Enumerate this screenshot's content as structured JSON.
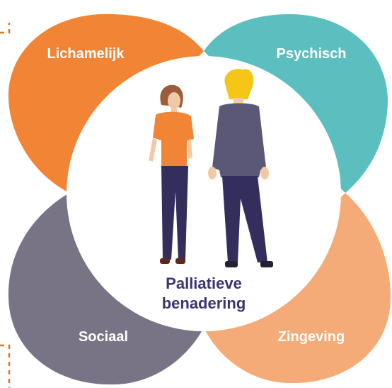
{
  "diagram": {
    "petals": [
      {
        "id": "lichamelijk",
        "label": "Lichamelijk",
        "color": "#f28535"
      },
      {
        "id": "psychisch",
        "label": "Psychisch",
        "color": "#5bbfbf"
      },
      {
        "id": "sociaal",
        "label": "Sociaal",
        "color": "#787486"
      },
      {
        "id": "zingeving",
        "label": "Zingeving",
        "color": "#f5ab78"
      }
    ],
    "center": {
      "line1": "Palliatieve",
      "line2": "benadering",
      "text_color": "#3a3470",
      "background": "#ffffff"
    },
    "figures": [
      {
        "id": "woman",
        "description_icon": "woman-figure-icon"
      },
      {
        "id": "man",
        "description_icon": "man-figure-icon"
      }
    ],
    "accent_marks_color": "#e8701e"
  }
}
